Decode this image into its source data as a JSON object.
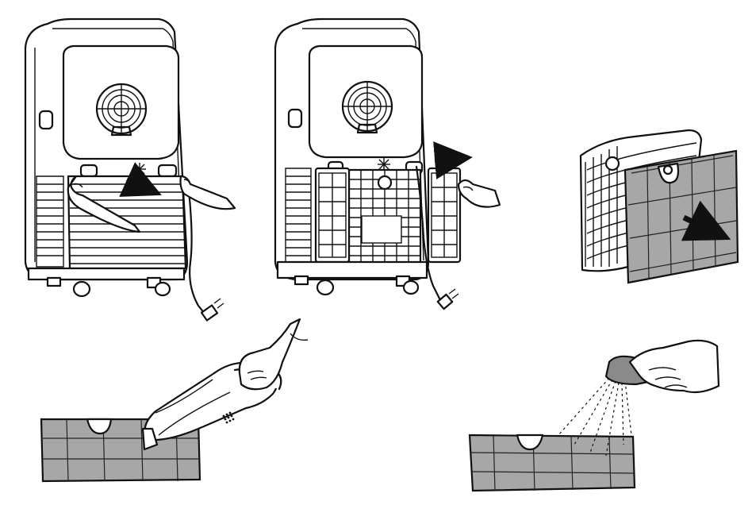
{
  "figure": {
    "colors": {
      "ink": "#111111",
      "mesh": "#a7a7a7",
      "background": "#ffffff"
    },
    "panels": [
      {
        "id": "step-1",
        "icon": "portable-ac-remove-rear-grille-icon"
      },
      {
        "id": "step-2",
        "icon": "portable-ac-remove-filter-icon"
      },
      {
        "id": "step-3",
        "icon": "separate-filter-from-frame-icon"
      },
      {
        "id": "step-4",
        "icon": "vacuum-filter-icon"
      },
      {
        "id": "step-5",
        "icon": "wash-filter-icon"
      }
    ]
  }
}
